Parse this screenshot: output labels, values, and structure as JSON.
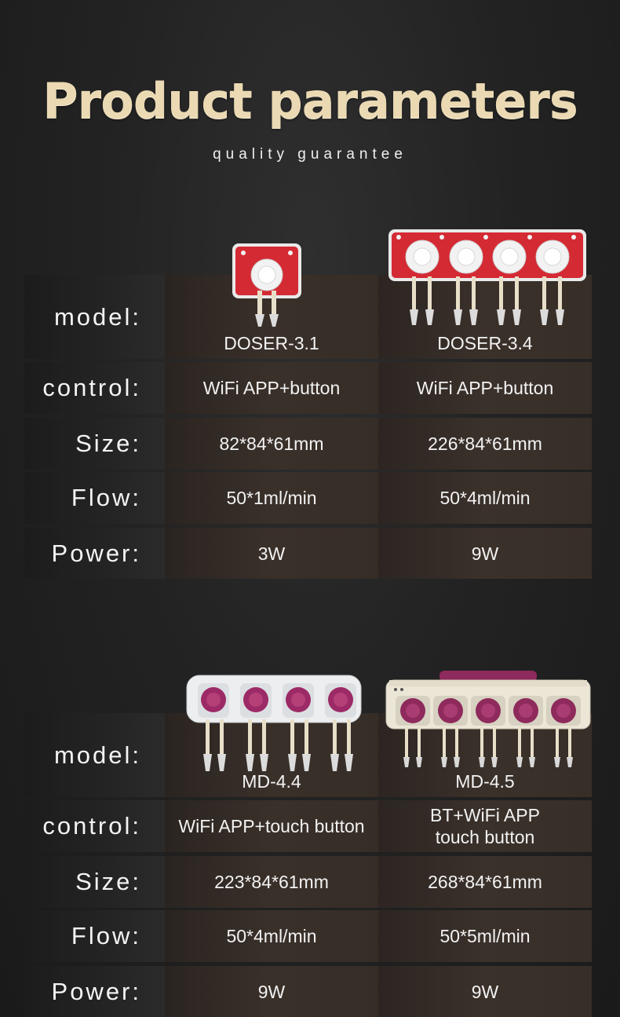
{
  "header": {
    "title": "Product parameters",
    "subtitle": "quality guarantee"
  },
  "labels": {
    "model": "model:",
    "control": "control:",
    "size": "Size:",
    "flow": "Flow:",
    "power": "Power:"
  },
  "table1": {
    "products": [
      {
        "model": "DOSER-3.1",
        "control": "WiFi APP+button",
        "size": "82*84*61mm",
        "flow": "50*1ml/min",
        "power": "3W",
        "image": "red-doser-1-channel"
      },
      {
        "model": "DOSER-3.4",
        "control": "WiFi APP+button",
        "size": "226*84*61mm",
        "flow": "50*4ml/min",
        "power": "9W",
        "image": "red-doser-4-channel"
      }
    ]
  },
  "table2": {
    "products": [
      {
        "model": "MD-4.4",
        "control": "WiFi APP+touch button",
        "size": "223*84*61mm",
        "flow": "50*4ml/min",
        "power": "9W",
        "image": "purple-doser-4-channel"
      },
      {
        "model": "MD-4.5",
        "control_line1": "BT+WiFi APP",
        "control_line2": "touch button",
        "size": "268*84*61mm",
        "flow": "50*5ml/min",
        "power": "9W",
        "image": "purple-doser-5-channel"
      }
    ]
  },
  "colors": {
    "title": "#ead9b3",
    "doser_red": "#d42a34",
    "doser_purple": "#9c2a66"
  }
}
